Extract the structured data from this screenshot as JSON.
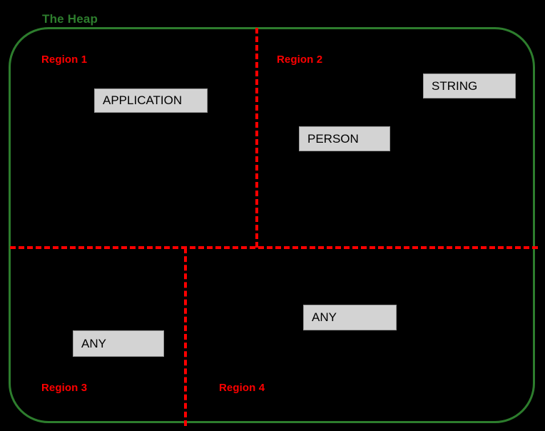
{
  "diagram": {
    "title": "The Heap",
    "title_color": "#2d7d2d",
    "background_color": "#000000",
    "container": {
      "name": "heap-boundary",
      "border_color": "#2d7d2d",
      "shape": "rounded-rectangle"
    },
    "divider_color": "#ff0000",
    "divider_style": "dashed",
    "regions": [
      {
        "id": "region-1",
        "label": "Region 1",
        "color": "#ff0000",
        "quadrant": "top-left"
      },
      {
        "id": "region-2",
        "label": "Region 2",
        "color": "#ff0000",
        "quadrant": "top-right"
      },
      {
        "id": "region-3",
        "label": "Region 3",
        "color": "#ff0000",
        "quadrant": "bottom-left"
      },
      {
        "id": "region-4",
        "label": "Region 4",
        "color": "#ff0000",
        "quadrant": "bottom-right"
      }
    ],
    "objects": [
      {
        "id": "obj-application",
        "label": "APPLICATION",
        "region": "Region 1",
        "fill": "#d3d3d3",
        "text_color": "#000000"
      },
      {
        "id": "obj-string",
        "label": "STRING",
        "region": "Region 2",
        "fill": "#d3d3d3",
        "text_color": "#000000"
      },
      {
        "id": "obj-person",
        "label": "PERSON",
        "region": "Region 2",
        "fill": "#d3d3d3",
        "text_color": "#000000"
      },
      {
        "id": "obj-any-r3",
        "label": "ANY",
        "region": "Region 3",
        "fill": "#d3d3d3",
        "text_color": "#000000"
      },
      {
        "id": "obj-any-r4",
        "label": "ANY",
        "region": "Region 4",
        "fill": "#d3d3d3",
        "text_color": "#000000"
      }
    ]
  }
}
